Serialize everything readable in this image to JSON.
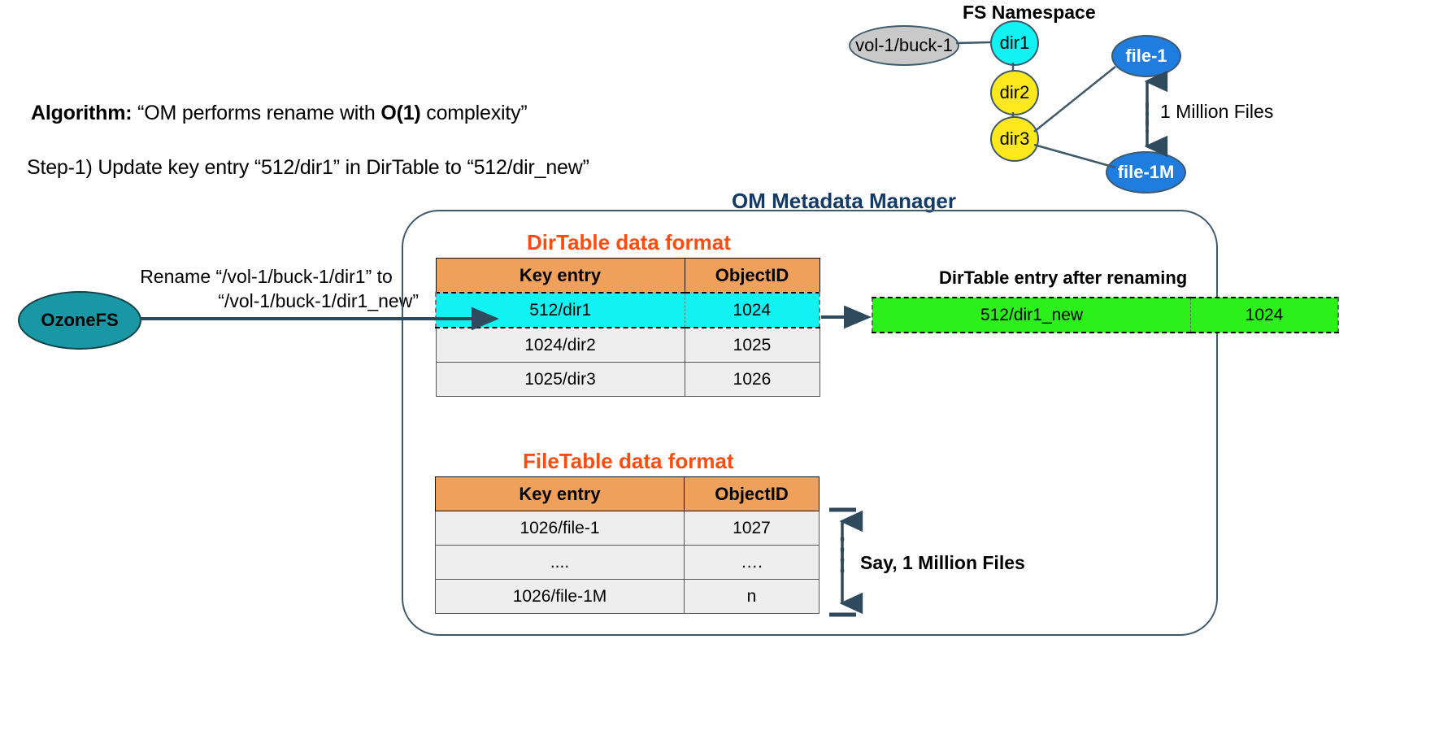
{
  "algorithm": {
    "label": "Algorithm:",
    "quote_open": " “OM performs rename with ",
    "complexity": "O(1)",
    "quote_close": " complexity”",
    "step": "Step-1) Update key entry “512/dir1” in DirTable to “512/dir_new”"
  },
  "rename_caption": {
    "line1": "Rename “/vol-1/buck-1/dir1” to",
    "line2": "“/vol-1/buck-1/dir1_new”"
  },
  "client": {
    "label": "OzoneFS"
  },
  "om": {
    "title": "OM Metadata Manager",
    "dirtable": {
      "title": "DirTable data format",
      "columns": [
        "Key entry",
        "ObjectID"
      ],
      "rows": [
        {
          "key": "512/dir1",
          "objectid": "1024",
          "highlight": true
        },
        {
          "key": "1024/dir2",
          "objectid": "1025",
          "highlight": false
        },
        {
          "key": "1025/dir3",
          "objectid": "1026",
          "highlight": false
        }
      ]
    },
    "filetable": {
      "title": "FileTable data format",
      "columns": [
        "Key entry",
        "ObjectID"
      ],
      "rows": [
        {
          "key": "1026/file-1",
          "objectid": "1027"
        },
        {
          "key": "....",
          "objectid": "…."
        },
        {
          "key": "1026/file-1M",
          "objectid": "n"
        }
      ],
      "range_label": "Say, 1 Million Files"
    }
  },
  "renamed_entry": {
    "title": "DirTable entry after renaming",
    "key": "512/dir1_new",
    "objectid": "1024"
  },
  "fs_namespace": {
    "title": "FS Namespace",
    "nodes": {
      "bucket": "vol-1/buck-1",
      "dir1": "dir1",
      "dir2": "dir2",
      "dir3": "dir3",
      "file1": "file-1",
      "file1m": "file-1M"
    },
    "range_label": "1 Million Files"
  },
  "colors": {
    "accent_orange": "#ff4d11",
    "header_orange": "#efa05a",
    "highlight_cyan": "#11f2f2",
    "renamed_green": "#2bf019",
    "dir_yellow": "#ffe81c",
    "file_blue": "#1f7de0",
    "bucket_grey": "#c9c9c9",
    "ozonefs_teal": "#1a97a5",
    "om_title_navy": "#123a66",
    "stroke_slate": "#3f5a6b"
  }
}
